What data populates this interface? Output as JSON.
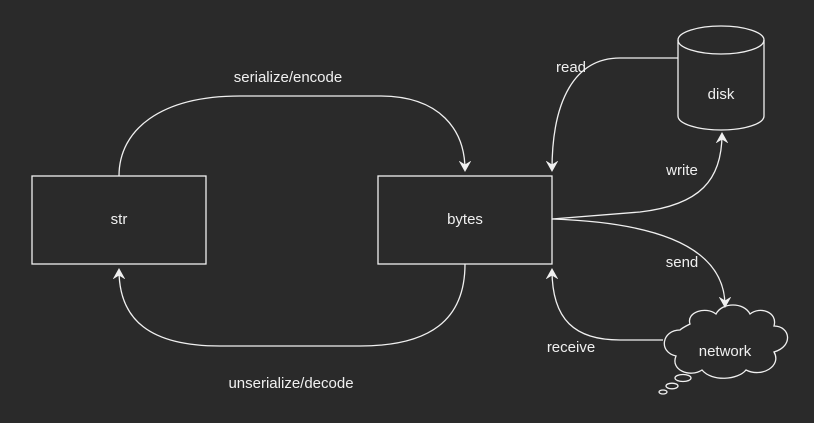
{
  "diagram": {
    "nodes": {
      "str": "str",
      "bytes": "bytes",
      "disk": "disk",
      "network": "network"
    },
    "edges": {
      "serialize": "serialize/encode",
      "unserialize": "unserialize/decode",
      "read": "read",
      "write": "write",
      "send": "send",
      "receive": "receive"
    }
  },
  "colors": {
    "background": "#2a2a2a",
    "stroke": "#f0f0f0",
    "text": "#f0f0f0"
  }
}
